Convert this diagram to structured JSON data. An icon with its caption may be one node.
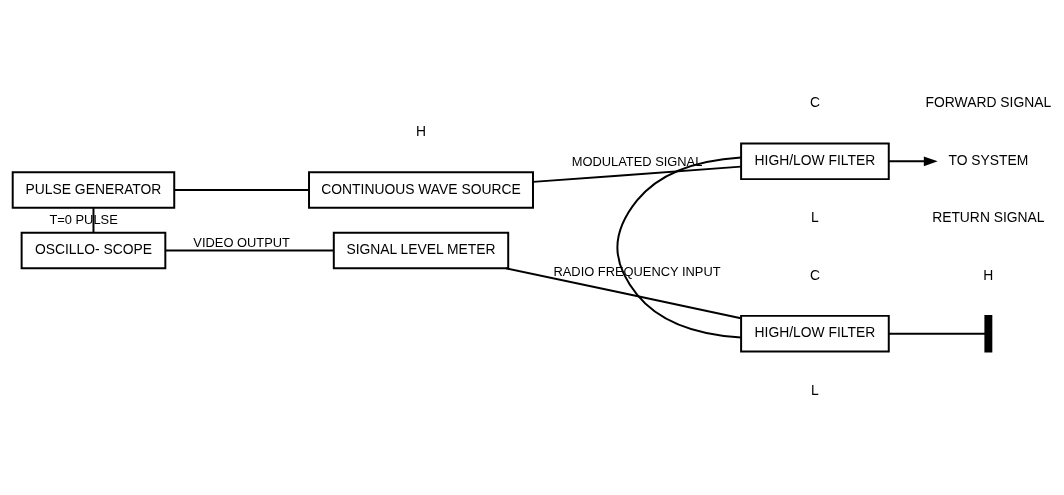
{
  "diagram": {
    "nodes": [
      {
        "text": [
          "PULSE GENERATOR"
        ]
      },
      {
        "text": [
          "CONTINUOUS WAVE SOURCE"
        ]
      },
      {
        "text": [
          "HIGH/LOW FILTER"
        ]
      },
      {
        "text": [
          "HIGH/LOW FILTER"
        ]
      },
      {
        "text": [
          "OSCILLO- SCOPE"
        ]
      },
      {
        "text": [
          "SIGNAL LEVEL METER"
        ]
      },
      {
        "text": [],
        "shape": "resistor"
      },
      {
        "text": [
          "TO SYSTEM"
        ]
      }
    ],
    "edges": [
      {
        "from": 0,
        "to": 1,
        "arrow": "none"
      },
      {
        "from": 0,
        "to": 4,
        "arrow": "none",
        "label": "T=0 PULSE"
      },
      {
        "from": 1,
        "to": 2,
        "arrow": "none",
        "label": "MODULATED SIGNAL"
      },
      {
        "from": 2,
        "to": 7,
        "arrow": "to"
      },
      {
        "from": 2,
        "to": 3,
        "arrow": "none"
      },
      {
        "from": 3,
        "to": 6,
        "arrow": "none"
      },
      {
        "from": 3,
        "to": 5,
        "arrow": "none",
        "label": "RADIO FREQUENCY INPUT"
      },
      {
        "from": 5,
        "to": 4,
        "arrow": "none",
        "label": "VIDEO OUTPUT"
      }
    ],
    "labels": [
      "FORWARD SIGNAL",
      "H",
      "C",
      "L",
      "RETURN SIGNAL",
      "C",
      "H",
      "L"
    ]
  }
}
